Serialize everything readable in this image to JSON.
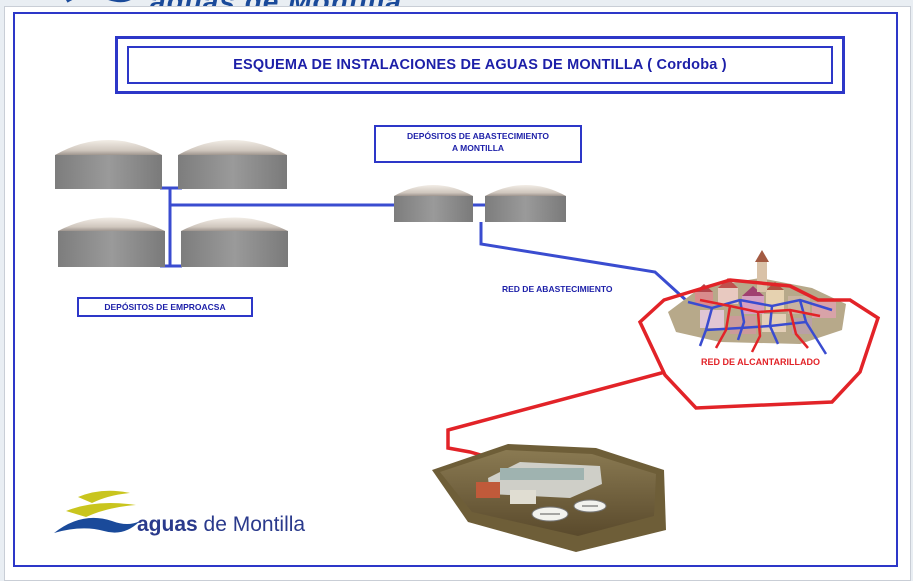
{
  "top_logo": {
    "text": "aguas de Montilla"
  },
  "diagram": {
    "title": "ESQUEMA DE INSTALACIONES DE AGUAS DE MONTILLA ( Cordoba )",
    "supply_tanks_label_line1": "DEPÓSITOS DE ABASTECIMIENTO",
    "supply_tanks_label_line2": "A MONTILLA",
    "emproacsa_label": "DEPÓSITOS DE EMPROACSA",
    "supply_network_label": "RED DE ABASTECIMIENTO",
    "sewer_network_label": "RED DE ALCANTARILLADO"
  },
  "bottom_logo": {
    "word_bold": "aguas",
    "word_rest": " de Montilla"
  },
  "colors": {
    "frame_blue": "#2d37c8",
    "title_blue": "#1c1fa8",
    "pipe_blue": "#3a4cd0",
    "sewer_red": "#e22328",
    "tank_grey": "#8c8c8c",
    "logo_yellow": "#c9c51e",
    "logo_blue": "#1a4a9a"
  }
}
